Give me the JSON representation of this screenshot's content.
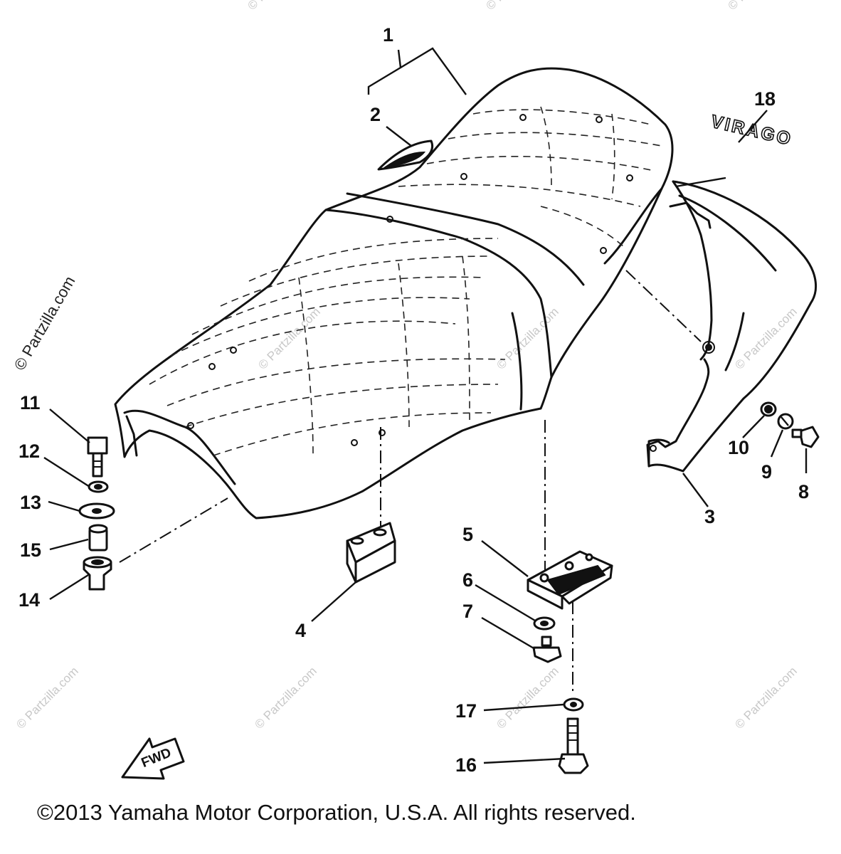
{
  "watermark_side": "© Partzilla.com",
  "watermark_tile": "© Partzilla.com",
  "copyright": "©2013 Yamaha Motor Corporation, U.S.A. All rights reserved.",
  "emblem_text": "VIRAGO",
  "fwd_label": "FWD",
  "callouts": {
    "c1": "1",
    "c2": "2",
    "c3": "3",
    "c4": "4",
    "c5": "5",
    "c6": "6",
    "c7": "7",
    "c8": "8",
    "c9": "9",
    "c10": "10",
    "c11": "11",
    "c12": "12",
    "c13": "13",
    "c14": "14",
    "c15": "15",
    "c16": "16",
    "c17": "17",
    "c18": "18"
  }
}
